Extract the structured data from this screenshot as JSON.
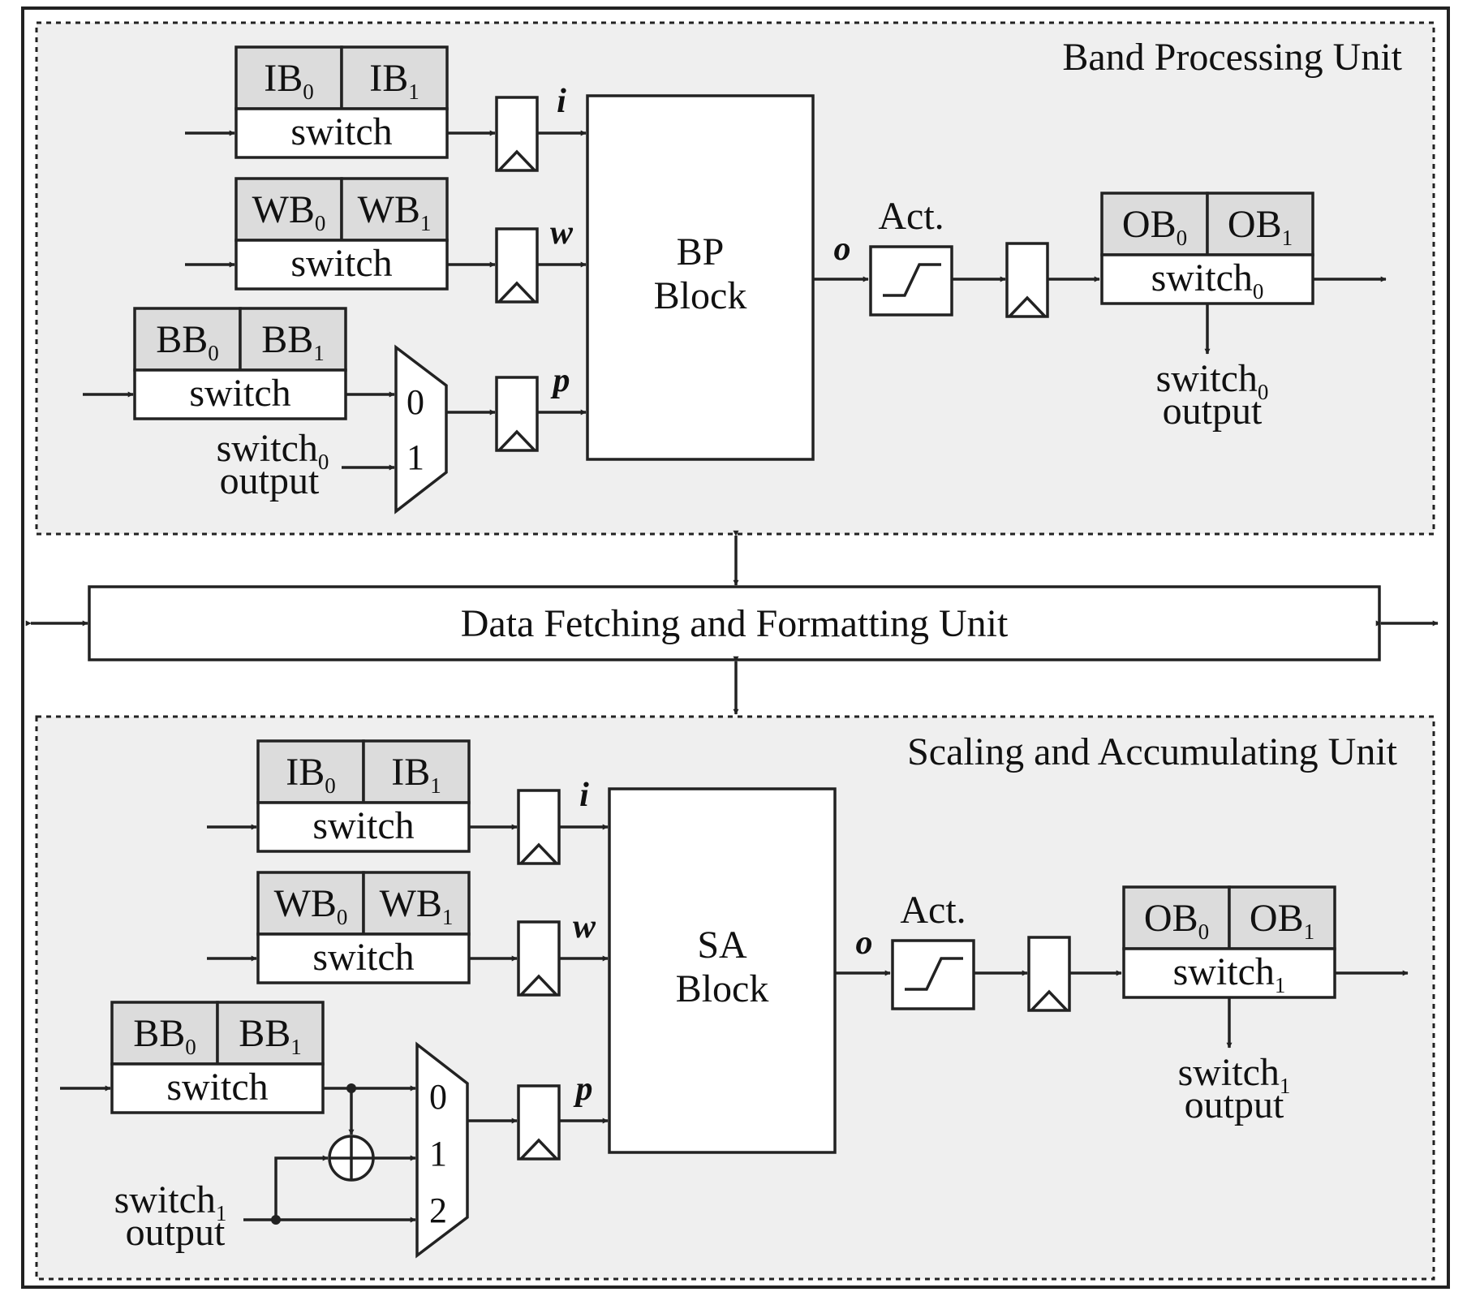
{
  "diagram": {
    "bpu": {
      "title": "Band Processing Unit",
      "block": [
        "BP",
        "Block"
      ],
      "act_label": "Act.",
      "out_switch": {
        "base": "switch",
        "sub": "0"
      },
      "out_note": {
        "line1_base": "switch",
        "line1_sub": "0",
        "line2": "output"
      },
      "mux_inputs": [
        "0",
        "1"
      ],
      "mux_note": {
        "line1_base": "switch",
        "line1_sub": "0",
        "line2": "output"
      }
    },
    "sau": {
      "title": "Scaling and Accumulating Unit",
      "block": [
        "SA",
        "Block"
      ],
      "act_label": "Act.",
      "out_switch": {
        "base": "switch",
        "sub": "1"
      },
      "out_note": {
        "line1_base": "switch",
        "line1_sub": "1",
        "line2": "output"
      },
      "mux_inputs": [
        "0",
        "1",
        "2"
      ],
      "mux_note": {
        "line1_base": "switch",
        "line1_sub": "1",
        "line2": "output"
      }
    },
    "dffu": {
      "title": "Data Fetching and Formatting Unit"
    },
    "buffers": {
      "ib0": {
        "base": "IB",
        "sub": "0"
      },
      "ib1": {
        "base": "IB",
        "sub": "1"
      },
      "wb0": {
        "base": "WB",
        "sub": "0"
      },
      "wb1": {
        "base": "WB",
        "sub": "1"
      },
      "bb0": {
        "base": "BB",
        "sub": "0"
      },
      "bb1": {
        "base": "BB",
        "sub": "1"
      },
      "ob0": {
        "base": "OB",
        "sub": "0"
      },
      "ob1": {
        "base": "OB",
        "sub": "1"
      }
    },
    "switch_label": "switch",
    "signals": {
      "i": "i",
      "w": "w",
      "p": "p",
      "o": "o"
    }
  }
}
